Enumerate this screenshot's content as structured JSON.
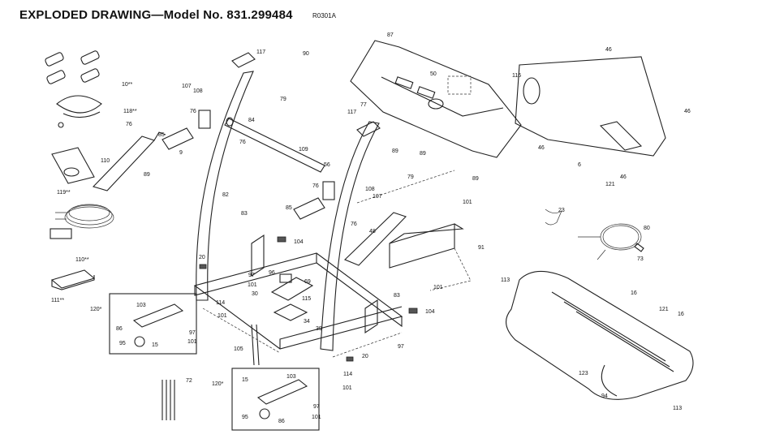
{
  "header": {
    "title": "EXPLODED DRAWING—Model No. 831.299484",
    "code": "R0301A"
  },
  "part_labels": [
    "117",
    "90",
    "87",
    "50",
    "116",
    "46",
    "46",
    "46",
    "10**",
    "107",
    "108",
    "79",
    "76",
    "84",
    "118**",
    "77",
    "117",
    "76",
    "85",
    "9",
    "109",
    "89",
    "89",
    "79",
    "89",
    "56",
    "76",
    "110",
    "89",
    "119**",
    "82",
    "108",
    "107",
    "76",
    "83",
    "85",
    "104",
    "48",
    "91",
    "76",
    "110**",
    "20",
    "96",
    "97",
    "69",
    "101",
    "101",
    "30",
    "115",
    "83",
    "111**",
    "120*",
    "103",
    "86",
    "95",
    "15",
    "114",
    "101",
    "97",
    "101",
    "34",
    "39",
    "104",
    "105",
    "20",
    "97",
    "114",
    "101",
    "72",
    "120*",
    "15",
    "103",
    "95",
    "86",
    "97",
    "101",
    "101",
    "6",
    "121",
    "46",
    "23",
    "80",
    "73",
    "113",
    "16",
    "121",
    "16",
    "123",
    "94",
    "113"
  ]
}
